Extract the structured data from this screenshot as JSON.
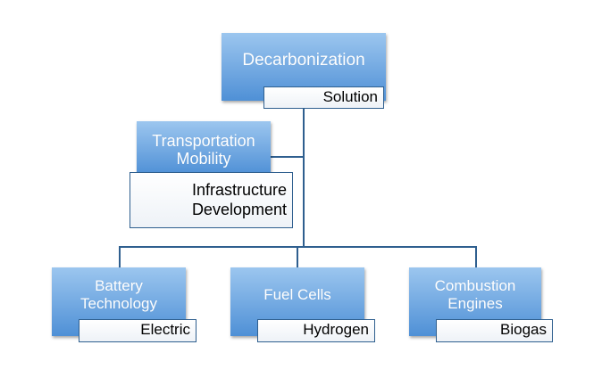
{
  "root": {
    "title": "Decarbonization",
    "subtitle": "Solution"
  },
  "side": {
    "title_line1": "Transportation",
    "title_line2": "Mobility",
    "subtitle_line1": "Infrastructure",
    "subtitle_line2": "Development"
  },
  "children": [
    {
      "title_line1": "Battery",
      "title_line2": "Technology",
      "subtitle": "Electric"
    },
    {
      "title_line1": "Fuel Cells",
      "title_line2": "",
      "subtitle": "Hydrogen"
    },
    {
      "title_line1": "Combustion",
      "title_line2": "Engines",
      "subtitle": "Biogas"
    }
  ],
  "colors": {
    "node_top": "#9cc6ef",
    "node_bottom": "#4f90d6",
    "line": "#2f5f8f"
  }
}
